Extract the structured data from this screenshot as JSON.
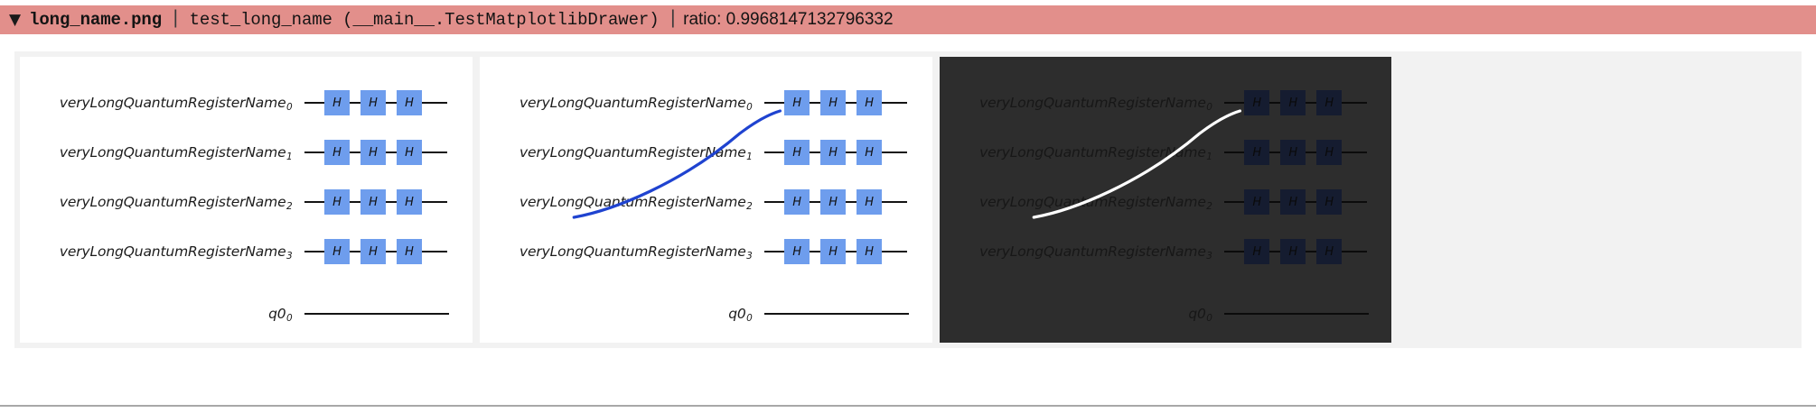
{
  "header": {
    "disclosure_icon": "triangle-down-icon",
    "filename": "long_name.png",
    "separator": "|",
    "test_name": "test_long_name (__main__.TestMatplotlibDrawer)",
    "ratio_label": "ratio: 0.9968147132796332",
    "background_color": "#e28f8b"
  },
  "panels": [
    {
      "name": "baseline-image",
      "theme": "light",
      "background_color": "#ffffff",
      "has_diff_curve": false
    },
    {
      "name": "result-image",
      "theme": "light",
      "background_color": "#ffffff",
      "has_diff_curve": true,
      "curve_color": "#1f43d0"
    },
    {
      "name": "difference-image",
      "theme": "dark",
      "background_color": "#2d2d2d",
      "has_diff_curve": true,
      "curve_color": "#ffffff"
    }
  ],
  "circuit": {
    "gate_color": "#6e9ded",
    "gate_color_dark": "#151c30",
    "wire_color": "#141414",
    "registers": [
      {
        "name": "veryLongQuantumRegisterName",
        "index": "0",
        "gates": [
          "H",
          "H",
          "H"
        ]
      },
      {
        "name": "veryLongQuantumRegisterName",
        "index": "1",
        "gates": [
          "H",
          "H",
          "H"
        ]
      },
      {
        "name": "veryLongQuantumRegisterName",
        "index": "2",
        "gates": [
          "H",
          "H",
          "H"
        ]
      },
      {
        "name": "veryLongQuantumRegisterName",
        "index": "3",
        "gates": [
          "H",
          "H",
          "H"
        ]
      },
      {
        "name": "q0",
        "index": "0",
        "gates": []
      }
    ]
  }
}
